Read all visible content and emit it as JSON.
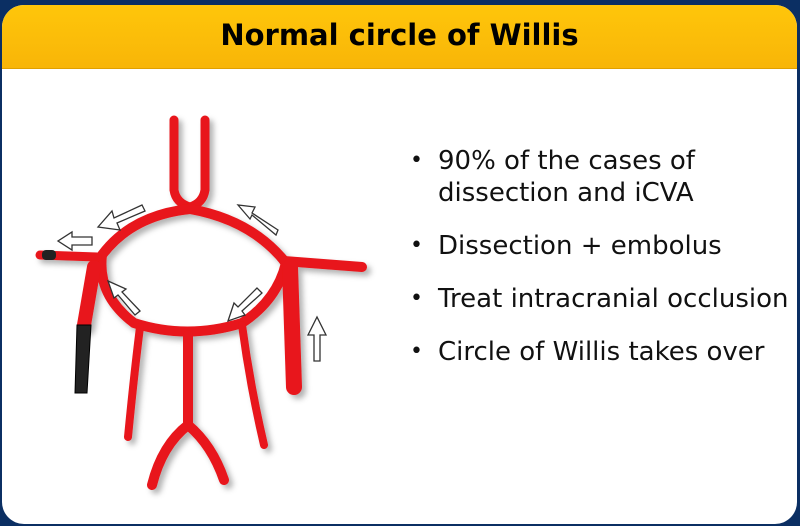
{
  "slide": {
    "title": "Normal circle of Willis",
    "bullets": [
      "90% of the cases of dissection and iCVA",
      "Dissection + embolus",
      "Treat intracranial occlusion",
      "Circle of Willis takes over"
    ],
    "bullet_symbol": "•",
    "colors": {
      "header": "#ffc60a",
      "frame": "#0b2f63",
      "vessel": "#e8141a",
      "occlusion": "#222222"
    }
  }
}
